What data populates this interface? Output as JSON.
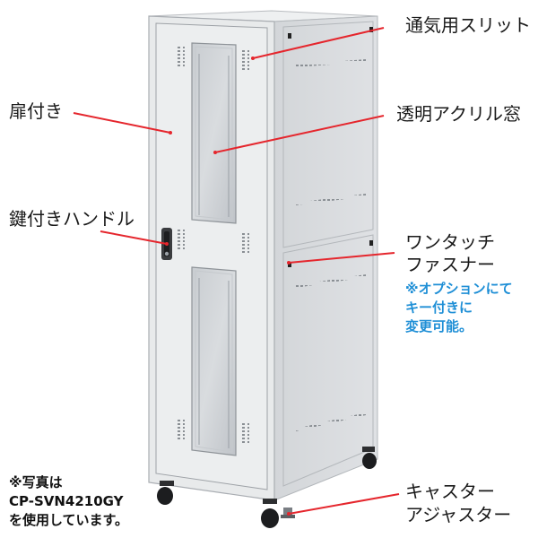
{
  "callouts": {
    "vent_slit": "通気用スリット",
    "door": "扉付き",
    "acrylic_window": "透明アクリル窓",
    "lock_handle": "鍵付きハンドル",
    "one_touch_fastener_line1": "ワンタッチ",
    "one_touch_fastener_line2": "ファスナー",
    "option_note_line1": "※オプションにて",
    "option_note_line2": "キー付きに",
    "option_note_line3": "変更可能。",
    "caster_line1": "キャスター",
    "caster_line2": "アジャスター"
  },
  "photo_note": {
    "line1": "※写真は",
    "line2": "CP-SVN4210GY",
    "line3": "を使用しています。"
  },
  "colors": {
    "callout_line": "#e5262d",
    "note_blue": "#1f8fd6",
    "cabinet_body": "#e4e6e8",
    "cabinet_side": "#d7d9dc"
  }
}
